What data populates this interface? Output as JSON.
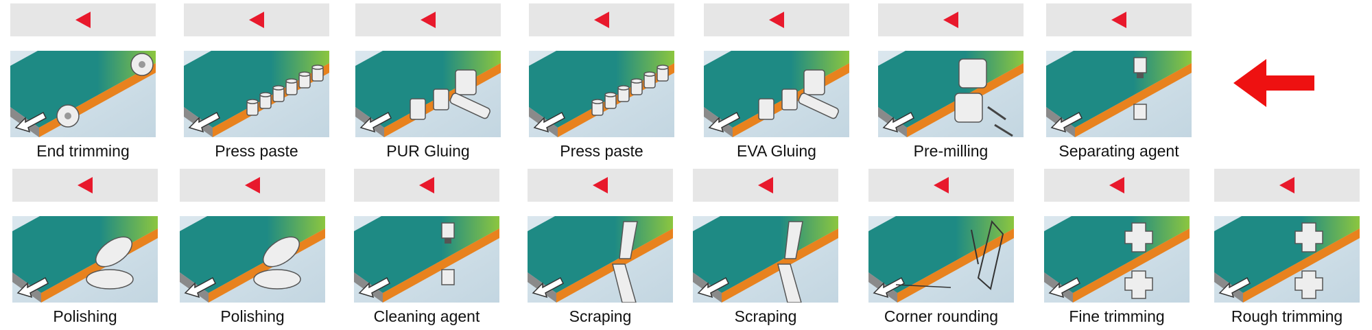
{
  "steps_row1": [
    {
      "label": "End trimming",
      "tool": "saw"
    },
    {
      "label": "Press paste",
      "tool": "rollers"
    },
    {
      "label": "PUR Gluing",
      "tool": "glue"
    },
    {
      "label": "Press paste",
      "tool": "rollers"
    },
    {
      "label": "EVA Gluing",
      "tool": "glue"
    },
    {
      "label": "Pre-milling",
      "tool": "mill"
    },
    {
      "label": "Separating agent",
      "tool": "nozzle"
    }
  ],
  "steps_row2": [
    {
      "label": "Polishing",
      "tool": "polish"
    },
    {
      "label": "Polishing",
      "tool": "polish"
    },
    {
      "label": "Cleaning agent",
      "tool": "nozzle"
    },
    {
      "label": "Scraping",
      "tool": "scraper"
    },
    {
      "label": "Scraping",
      "tool": "scraper"
    },
    {
      "label": "Corner rounding",
      "tool": "corner"
    },
    {
      "label": "Fine trimming",
      "tool": "cutter"
    },
    {
      "label": "Rough trimming",
      "tool": "cutter"
    }
  ],
  "colors": {
    "header_bar": "#e6e6e6",
    "arrow_red": "#e8192c",
    "panel_teal": "#1e8a84",
    "panel_green": "#8cc63f",
    "edge_orange": "#e8821e",
    "background_blue": "#cfe0ea"
  },
  "flow_arrow": {
    "icon": "big-left-arrow-icon",
    "color": "#ee1111"
  }
}
